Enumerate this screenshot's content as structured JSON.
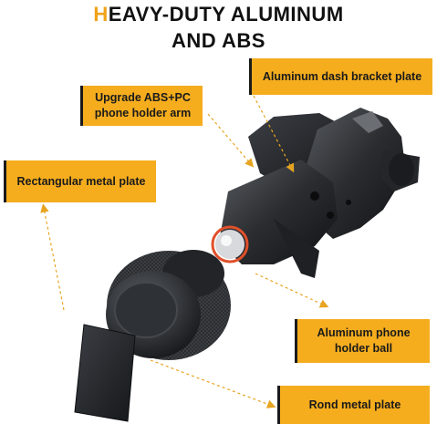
{
  "title": {
    "accent_letter": "H",
    "line1_rest": "EAVY-DUTY ALUMINUM",
    "line2": "AND ABS"
  },
  "labels": {
    "dash_bracket": "Aluminum dash bracket plate",
    "arm_line1": "Upgrade ABS+PC",
    "arm_line2": "phone holder arm",
    "rect_plate": "Rectangular metal plate",
    "ball_line1": "Aluminum phone",
    "ball_line2": "holder ball",
    "rond_plate": "Rond metal plate"
  },
  "colors": {
    "label_bg": "#f5ad1e",
    "accent": "#f0a219",
    "text": "#111111",
    "leader": "#e7a421"
  },
  "icons": [
    "phone-mount-illustration"
  ]
}
